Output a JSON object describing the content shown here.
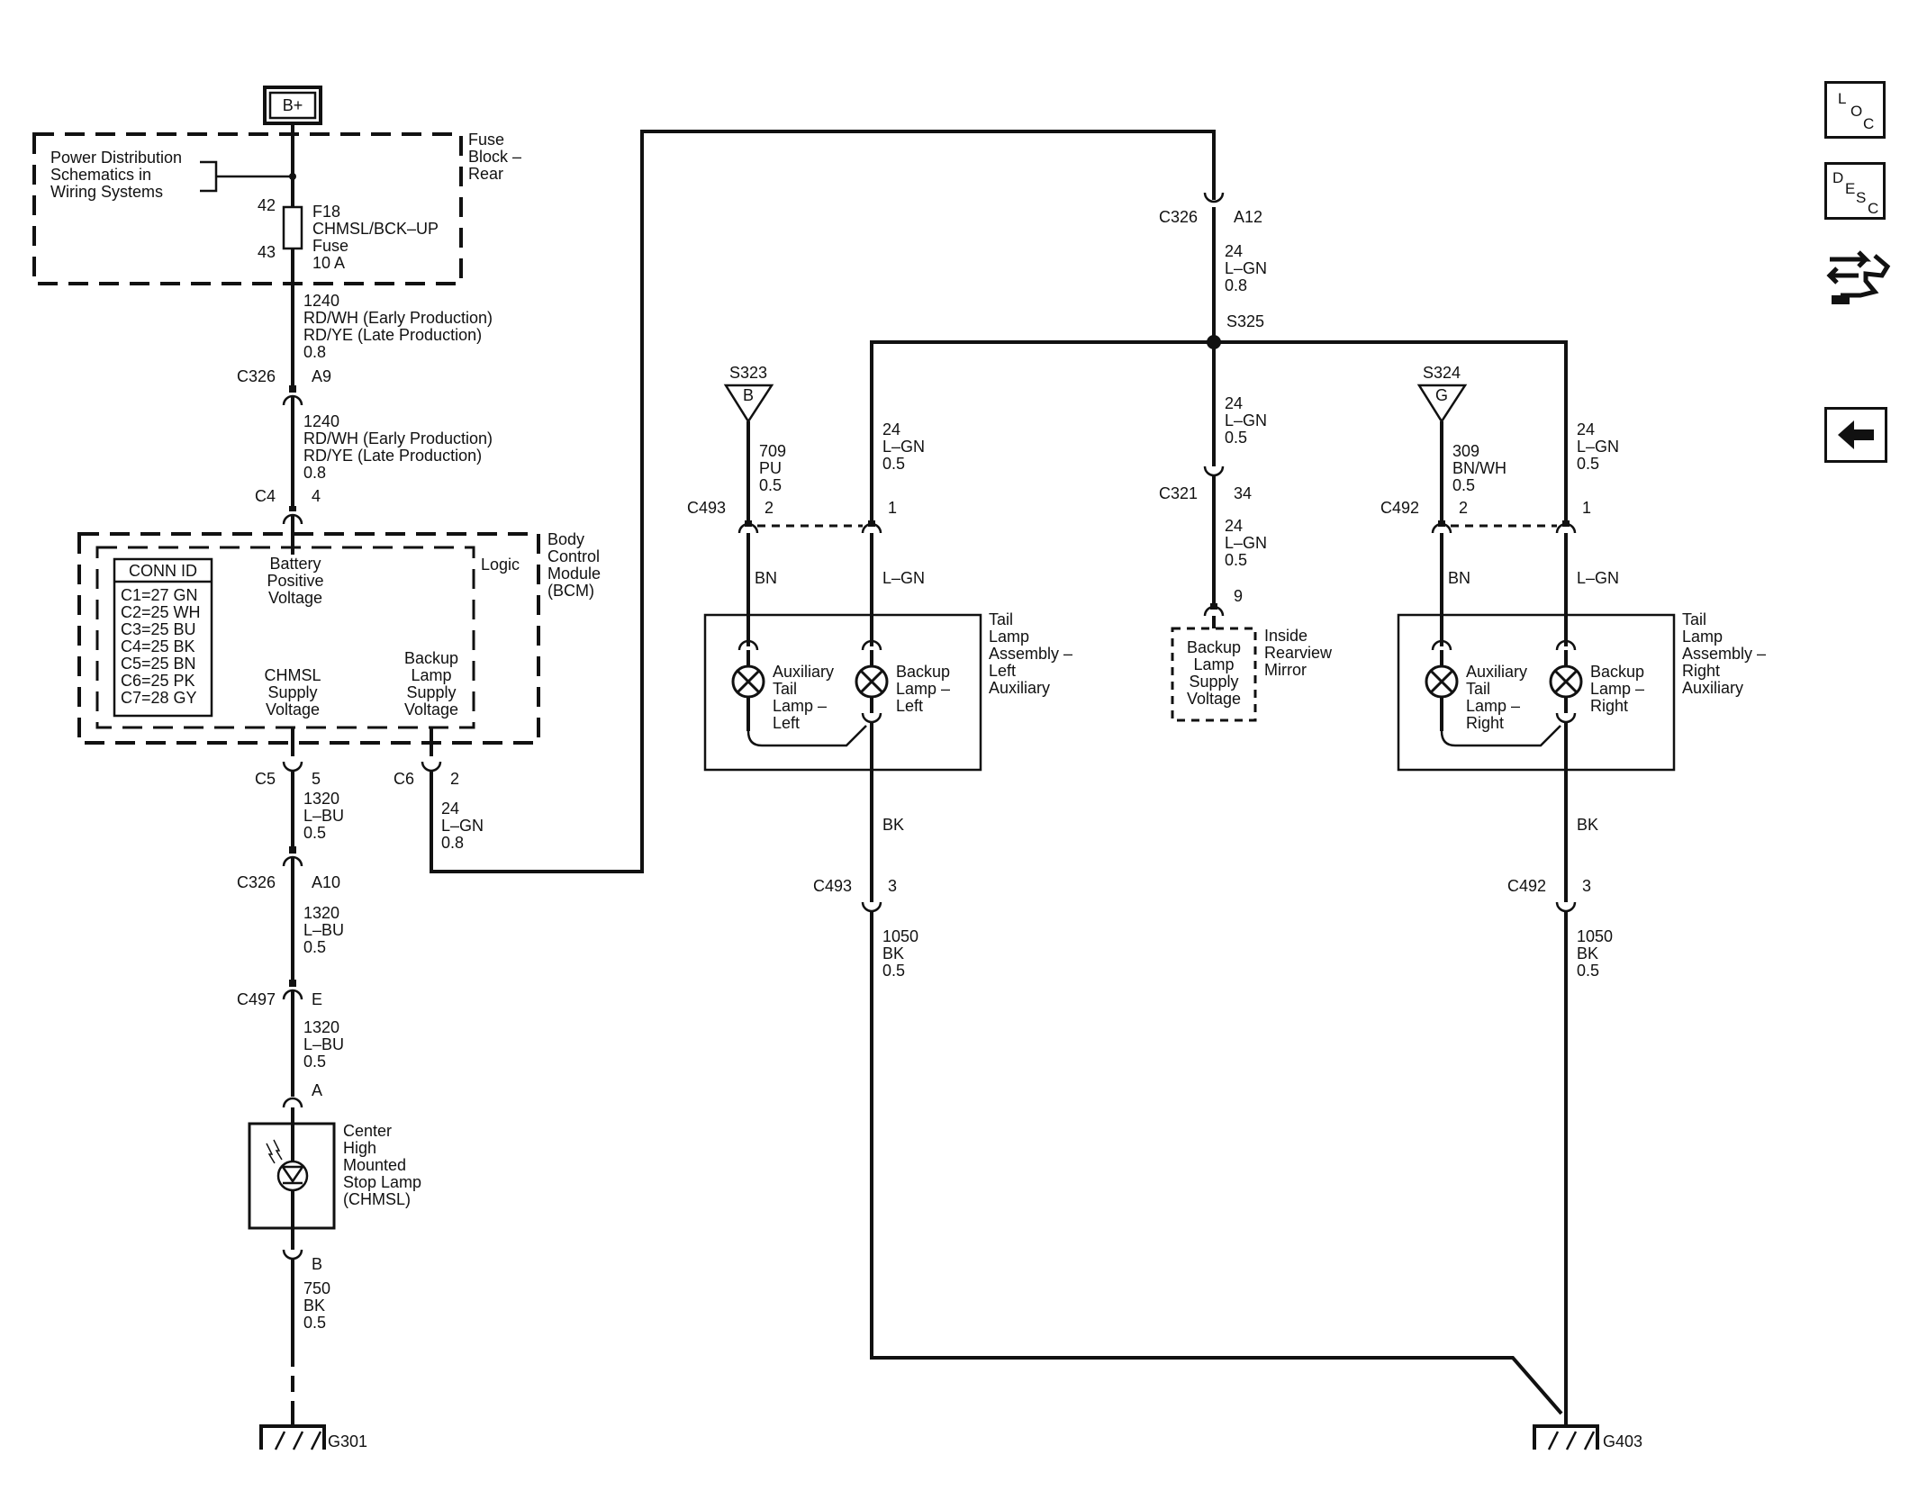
{
  "battery": "B+",
  "fuse_block": {
    "title": [
      "Fuse",
      "Block –",
      "Rear"
    ],
    "note": [
      "Power Distribution",
      "Schematics in",
      "Wiring Systems"
    ],
    "pin_in": "42",
    "pin_out": "43",
    "fuse": [
      "F18",
      "CHMSL/BCK–UP",
      "Fuse",
      "10 A"
    ]
  },
  "wire_1240_a": [
    "1240",
    "RD/WH (Early Production)",
    "RD/YE (Late Production)",
    "0.8"
  ],
  "wire_1240_b": [
    "1240",
    "RD/WH (Early Production)",
    "RD/YE (Late Production)",
    "0.8"
  ],
  "conn_c326_a9": {
    "name": "C326",
    "pin": "A9"
  },
  "conn_c4_4": {
    "name": "C4",
    "pin": "4"
  },
  "bcm": {
    "title": [
      "Body",
      "Control",
      "Module",
      "(BCM)"
    ],
    "logic": "Logic",
    "conn_id_header": "CONN ID",
    "conn_ids": [
      "C1=27 GN",
      "C2=25 WH",
      "C3=25 BU",
      "C4=25 BK",
      "C5=25 BN",
      "C6=25 PK",
      "C7=28 GY"
    ],
    "battery_positive": [
      "Battery",
      "Positive",
      "Voltage"
    ],
    "chmsl_supply": [
      "CHMSL",
      "Supply",
      "Voltage"
    ],
    "backup_supply": [
      "Backup",
      "Lamp",
      "Supply",
      "Voltage"
    ]
  },
  "conn_c5_5": {
    "name": "C5",
    "pin": "5"
  },
  "conn_c6_2": {
    "name": "C6",
    "pin": "2"
  },
  "wire_1320_a": [
    "1320",
    "L–BU",
    "0.5"
  ],
  "wire_1320_b": [
    "1320",
    "L–BU",
    "0.5"
  ],
  "wire_1320_c": [
    "1320",
    "L–BU",
    "0.5"
  ],
  "wire_24_bcm": [
    "24",
    "L–GN",
    "0.8"
  ],
  "conn_c326_a10": {
    "name": "C326",
    "pin": "A10"
  },
  "conn_c497_e": {
    "name": "C497",
    "pin": "E"
  },
  "chmsl_lamp": {
    "pin_a": "A",
    "pin_b": "B",
    "label": [
      "Center",
      "High",
      "Mounted",
      "Stop Lamp",
      "(CHMSL)"
    ]
  },
  "wire_750": [
    "750",
    "BK",
    "0.5"
  ],
  "ground_g301": "G301",
  "conn_c326_a12": {
    "name": "C326",
    "pin": "A12"
  },
  "wire_24_top": [
    "24",
    "L–GN",
    "0.8"
  ],
  "splice_s325": "S325",
  "wire_24_mid": [
    "24",
    "L–GN",
    "0.5"
  ],
  "conn_c321_34": {
    "name": "C321",
    "pin": "34"
  },
  "wire_24_mirror": [
    "24",
    "L–GN",
    "0.5"
  ],
  "mirror": {
    "pin": "9",
    "box": [
      "Backup",
      "Lamp",
      "Supply",
      "Voltage"
    ],
    "label": [
      "Inside",
      "Rearview",
      "Mirror"
    ]
  },
  "left": {
    "splice": "S323",
    "splice_letter": "B",
    "aux_wire": [
      "709",
      "PU",
      "0.5"
    ],
    "backup_wire": [
      "24",
      "L–GN",
      "0.5"
    ],
    "conn": "C493",
    "pin_aux": "2",
    "pin_backup": "1",
    "color_aux": "BN",
    "color_backup": "L–GN",
    "assembly": [
      "Tail",
      "Lamp",
      "Assembly –",
      "Left",
      "Auxiliary"
    ],
    "aux_lamp": [
      "Auxiliary",
      "Tail",
      "Lamp –",
      "Left"
    ],
    "backup_lamp": [
      "Backup",
      "Lamp –",
      "Left"
    ],
    "ground_color": "BK",
    "ground_pin": "3",
    "ground_wire": [
      "1050",
      "BK",
      "0.5"
    ]
  },
  "right": {
    "splice": "S324",
    "splice_letter": "G",
    "aux_wire": [
      "309",
      "BN/WH",
      "0.5"
    ],
    "backup_wire": [
      "24",
      "L–GN",
      "0.5"
    ],
    "conn": "C492",
    "pin_aux": "2",
    "pin_backup": "1",
    "color_aux": "BN",
    "color_backup": "L–GN",
    "assembly": [
      "Tail",
      "Lamp",
      "Assembly –",
      "Right",
      "Auxiliary"
    ],
    "aux_lamp": [
      "Auxiliary",
      "Tail",
      "Lamp –",
      "Right"
    ],
    "backup_lamp": [
      "Backup",
      "Lamp –",
      "Right"
    ],
    "ground_color": "BK",
    "ground_pin": "3",
    "ground_wire": [
      "1050",
      "BK",
      "0.5"
    ]
  },
  "ground_g403": "G403",
  "nav": {
    "loc": [
      "L",
      "O",
      "C"
    ],
    "desc": [
      "D",
      "E",
      "S",
      "C"
    ],
    "connector_icon": "connector-icon",
    "back_icon": "back-arrow-icon"
  }
}
